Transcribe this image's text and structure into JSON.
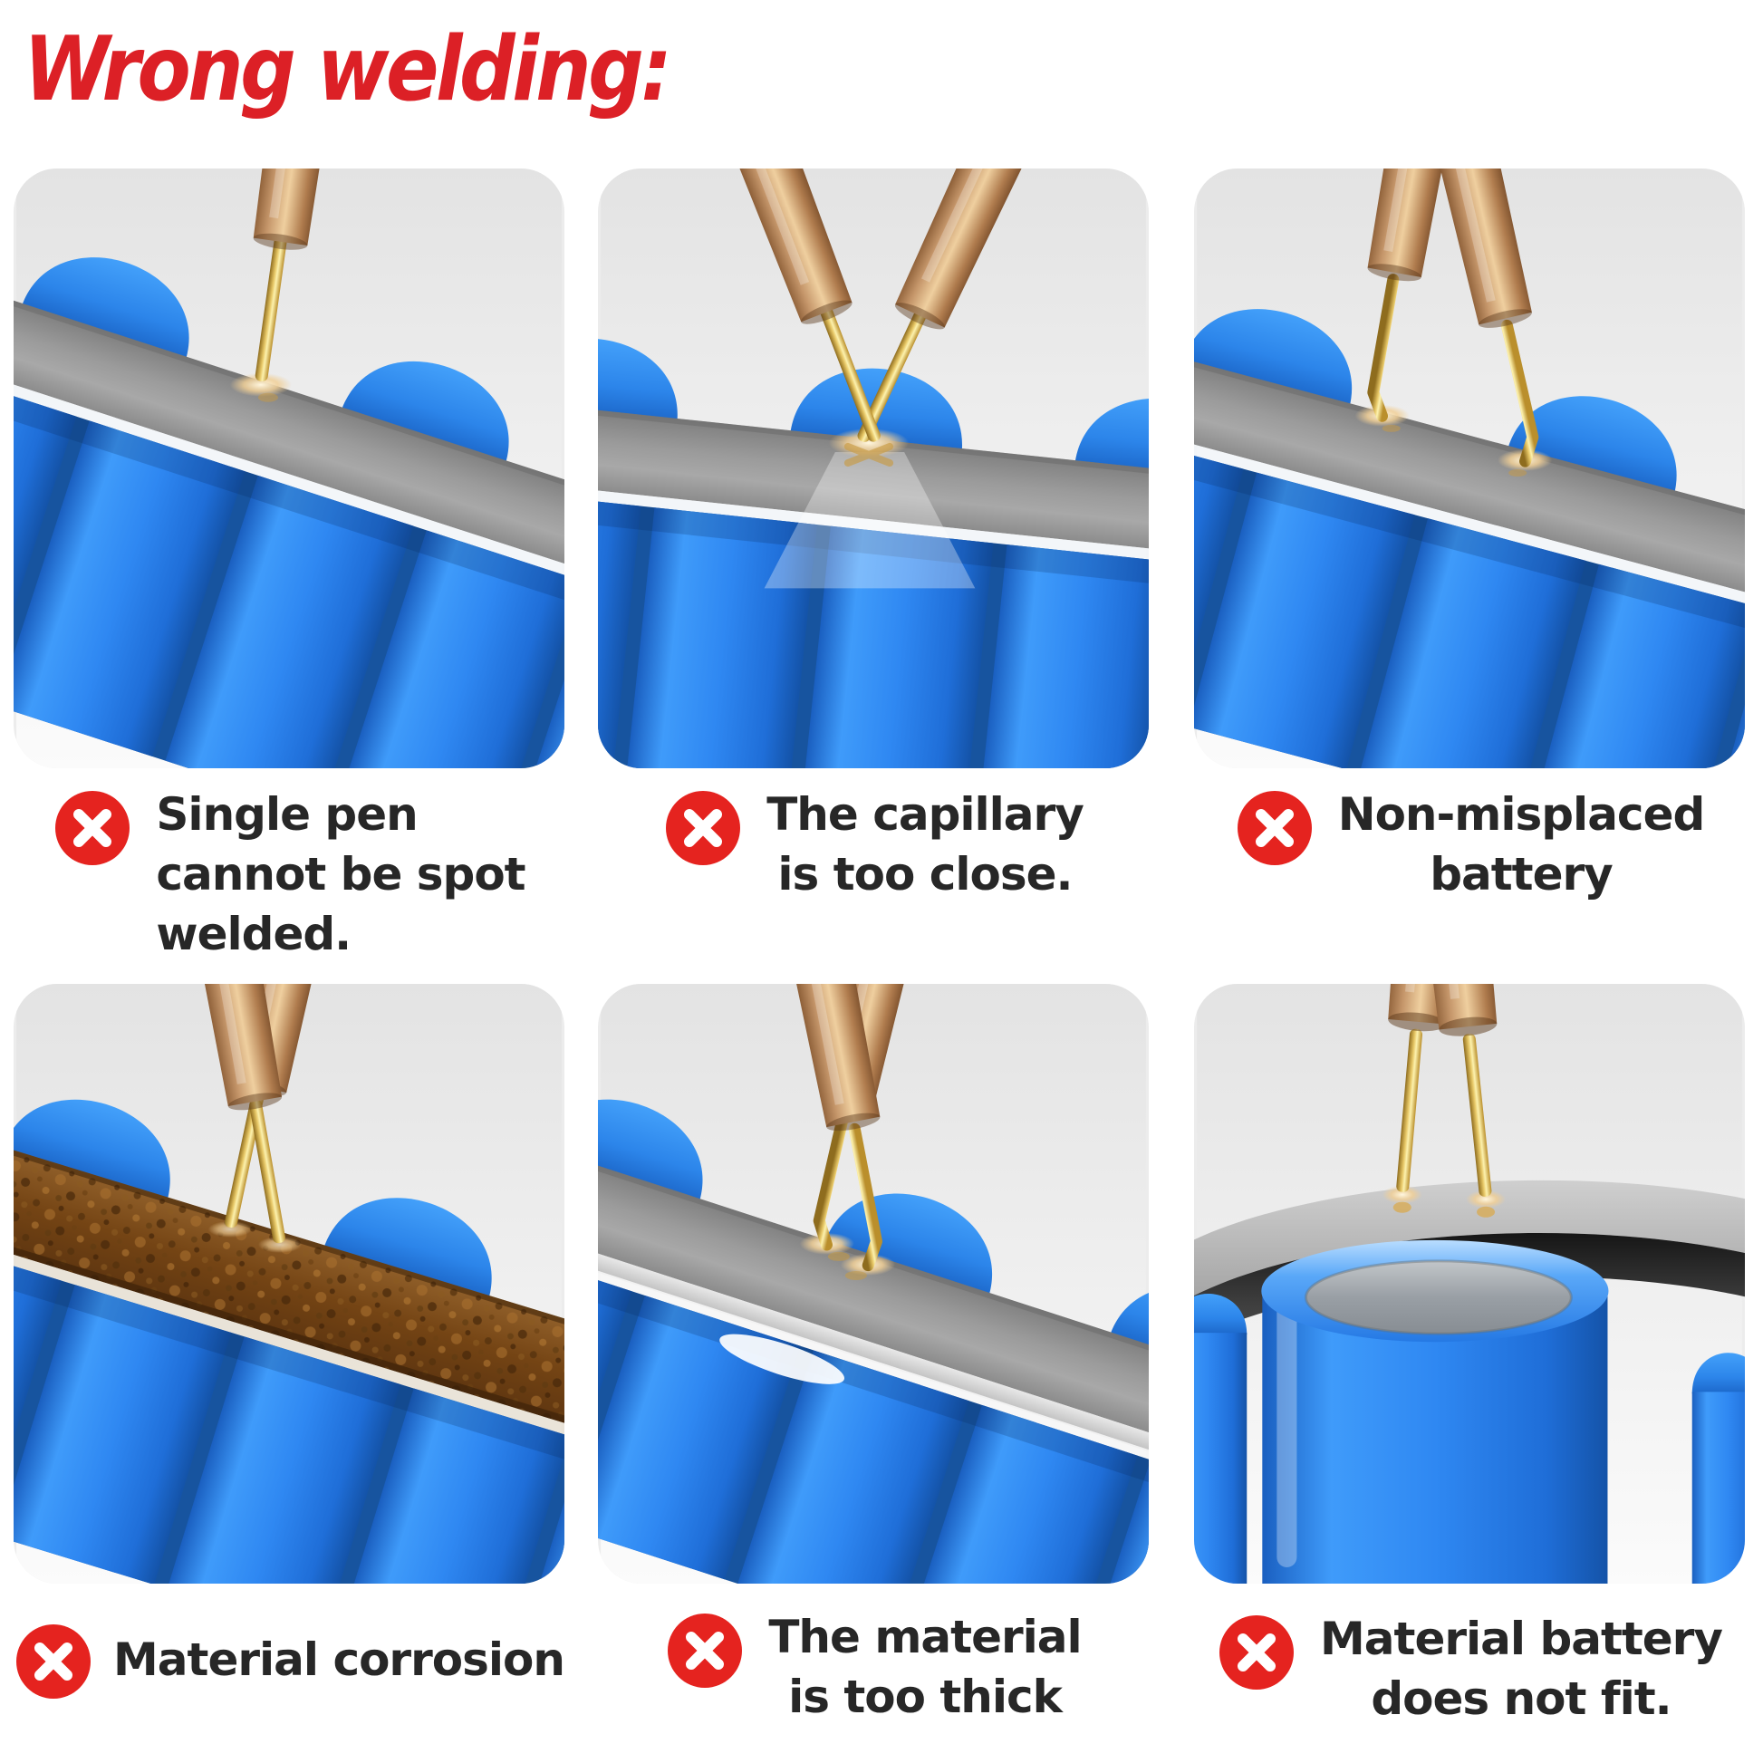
{
  "title": "Wrong welding:",
  "panels": [
    {
      "name": "single-pen",
      "icon": "x-circle-icon",
      "caption": "Single pen\ncannot be spot\nwelded."
    },
    {
      "name": "capillary-too-close",
      "icon": "x-circle-icon",
      "caption": "The capillary\nis too close."
    },
    {
      "name": "non-misplaced-battery",
      "icon": "x-circle-icon",
      "caption": "Non-misplaced\nbattery"
    },
    {
      "name": "material-corrosion",
      "icon": "x-circle-icon",
      "caption": "Material corrosion"
    },
    {
      "name": "material-too-thick",
      "icon": "x-circle-icon",
      "caption": "The material\nis too thick"
    },
    {
      "name": "material-battery-fit",
      "icon": "x-circle-icon",
      "caption": "Material battery\ndoes not fit."
    }
  ],
  "colors": {
    "title_red": "#dc2026",
    "icon_red": "#e5231f",
    "caption_text": "#272727",
    "battery_blue": "#2f88f2",
    "strip_gray": "#9b9b9b",
    "pen_copper": "#c5966a",
    "needle_gold": "#e7c766",
    "rust_brown": "#744414",
    "panel_bg": "#ededed"
  }
}
